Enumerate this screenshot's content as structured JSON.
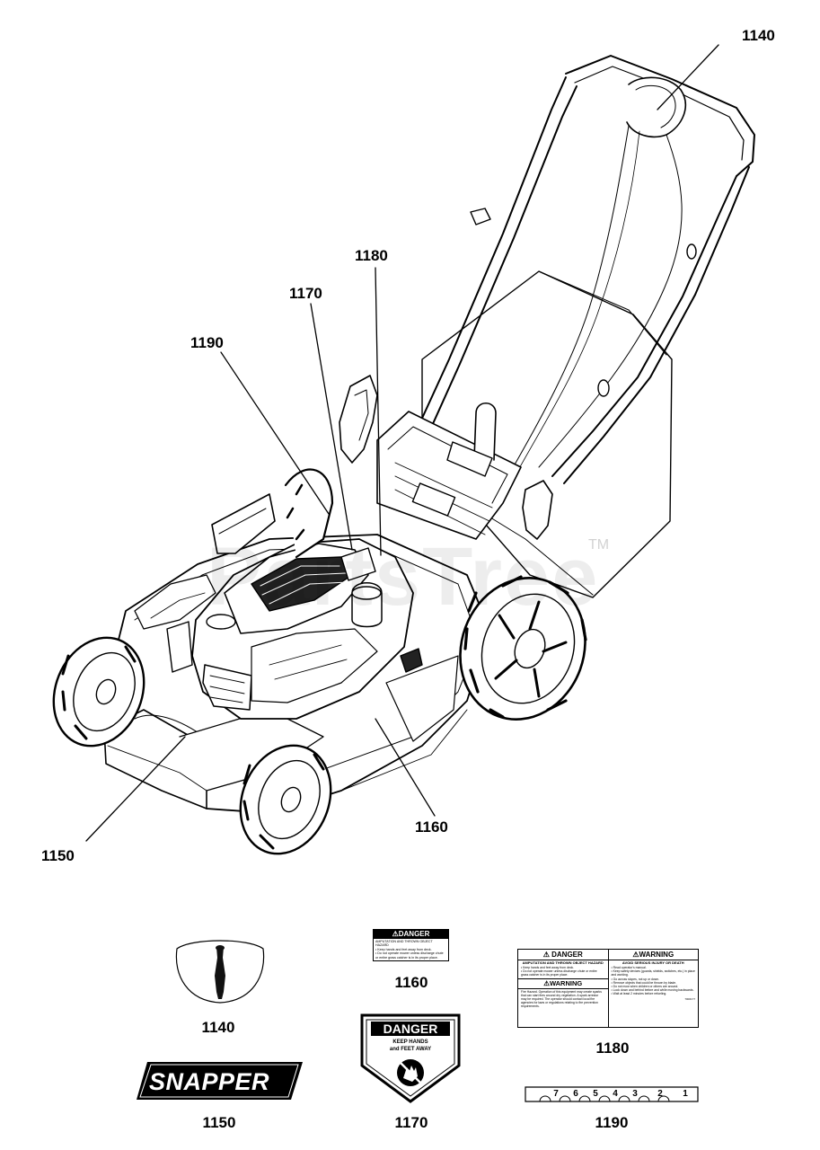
{
  "callouts": [
    {
      "id": "1140",
      "label": "1140"
    },
    {
      "id": "1180",
      "label": "1180"
    },
    {
      "id": "1170",
      "label": "1170"
    },
    {
      "id": "1190",
      "label": "1190"
    },
    {
      "id": "1150",
      "label": "1150"
    },
    {
      "id": "1160",
      "label": "1160"
    }
  ],
  "watermark": {
    "text": "PartsTree",
    "tm": "TM"
  },
  "decals": {
    "d1140": {
      "label": "1140"
    },
    "d1160": {
      "label": "1160",
      "header": "⚠DANGER",
      "lines": [
        "AMPUTATION AND THROWN OBJECT HAZARD",
        "• Keep hands and feet away from deck.",
        "• Do not operate mower unless discharge chute or entire grass catcher is in its proper place."
      ]
    },
    "d1180": {
      "label": "1180",
      "danger_header": "⚠ DANGER",
      "danger_sub": "AMPUTATION AND THROWN OBJECT HAZARD",
      "danger_lines": [
        "• Keep hands and feet away from deck.",
        "• Do not operate mower unless discharge chute or entire grass catcher is in its proper place."
      ],
      "warning_header_left": "⚠WARNING",
      "warning_left_lines": [
        "Fire Hazard. Operation of this equipment may create sparks that can start fires around dry vegetation. A spark arrestor may be required. The operator should contact local fire agencies for laws or regulations relating to fire prevention requirements."
      ],
      "warning_header_right": "⚠WARNING",
      "warning_sub": "AVOID SERIOUS INJURY OR DEATH",
      "warning_right_lines": [
        "• Read operator's manual.",
        "• Keep safety devices (guards, shields, switches, etc.) in place and working.",
        "• Go across slopes, not up or down.",
        "• Remove objects that could be thrown by blade.",
        "• Do not mow when children or others are around.",
        "• Look down and behind before and while moving backwards.",
        "• Wait at least 2 minutes before refueling."
      ],
      "code": "7000177"
    },
    "d1150": {
      "label": "1150",
      "logo": "SNAPPER"
    },
    "d1170": {
      "label": "1170",
      "header": "DANGER",
      "line1": "KEEP HANDS",
      "line2": "and FEET AWAY"
    },
    "d1190": {
      "label": "1190",
      "numbers": [
        "7",
        "6",
        "5",
        "4",
        "3",
        "2",
        "1"
      ]
    }
  }
}
